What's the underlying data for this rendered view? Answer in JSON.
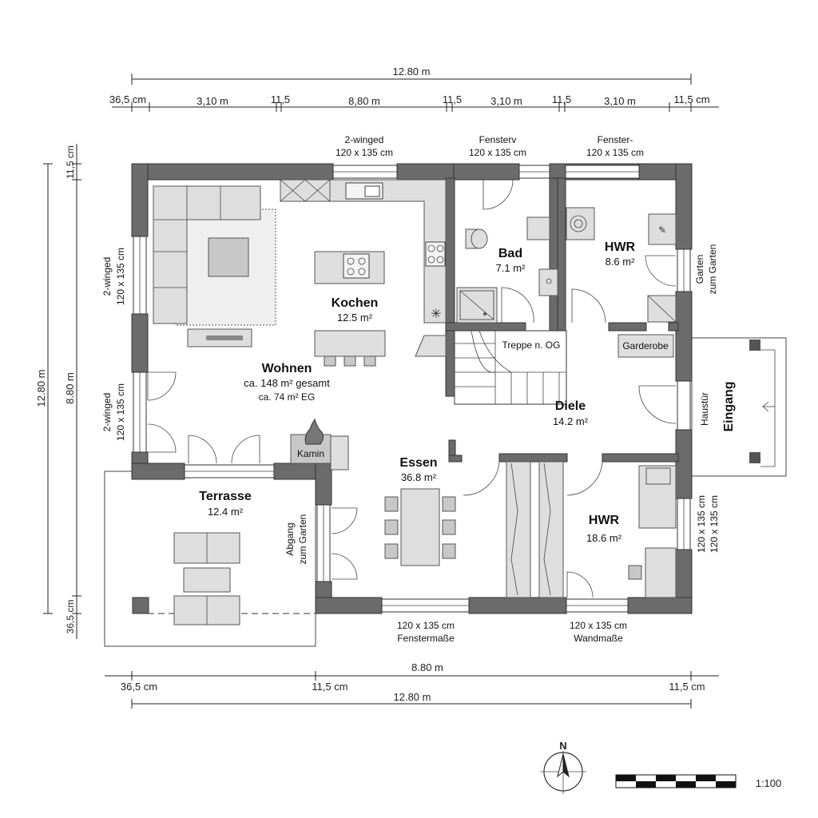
{
  "dimensions": {
    "top_total": "12.80 m",
    "top_segments": [
      "36,5 cm",
      "3,10 m",
      "11,5",
      "8,80 m",
      "11,5",
      "3,10 m",
      "11,5",
      "3,10 m",
      "11,5 cm"
    ],
    "bottom_mid": "8.80 m",
    "bottom_segments": [
      "36,5 cm",
      "11,5 cm",
      "11,5 cm"
    ],
    "bottom_total": "12.80 m",
    "left_outer": "12.80 m",
    "left_inner": "8.80 m",
    "left_top": "11,5 cm",
    "left_bottom": "36,5 cm"
  },
  "windows": {
    "top_1": [
      "2-winged",
      "120 x 135 cm"
    ],
    "top_2": [
      "Fensterv",
      "120 x 135 cm"
    ],
    "top_3": [
      "Fenster-",
      "120 x 135 cm"
    ],
    "left_1": [
      "2-winged",
      "120 x 135 cm"
    ],
    "left_2": [
      "2-winged",
      "120 x 135 cm"
    ],
    "right_1": [
      "Garten",
      "zum Garten"
    ],
    "right_2": [
      "120 x 135 cm",
      "120 x 135 cm"
    ],
    "bottom_1": [
      "120 x 135 cm",
      "Fenstermaße"
    ],
    "bottom_2": [
      "120 x 135 cm",
      "Wandmaße"
    ],
    "terrace_exit": [
      "Abgang",
      "zum Garten"
    ]
  },
  "rooms": {
    "wohnen": {
      "name": "Wohnen",
      "area": "ca. 148 m² gesamt",
      "area2": "ca. 74 m² EG"
    },
    "kochen": {
      "name": "Kochen",
      "area": "12.5 m²"
    },
    "bad": {
      "name": "Bad",
      "area": "7.1 m²"
    },
    "hwr_top": {
      "name": "HWR",
      "area": "8.6 m²"
    },
    "diele": {
      "name": "Diele",
      "area": "14.2 m²"
    },
    "essen": {
      "name": "Essen",
      "area": "36.8 m²"
    },
    "hwr_bottom": {
      "name": "HWR",
      "area": "18.6 m²"
    },
    "terrasse": {
      "name": "Terrasse",
      "area": "12.4 m²"
    }
  },
  "labels": {
    "treppe": "Treppe n. OG",
    "garderobe": "Garderobe",
    "kamin": "Kamin",
    "haustuer": "Haustür",
    "eingang": "Eingang"
  },
  "north": "N",
  "scale": "1:100"
}
